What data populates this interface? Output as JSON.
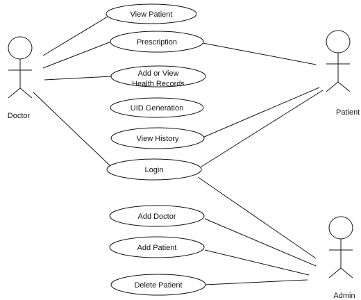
{
  "actors": {
    "doctor": {
      "label": "Doctor"
    },
    "patient": {
      "label": "Patient"
    },
    "admin": {
      "label": "Admin"
    }
  },
  "use_cases": {
    "view_patient": "View Patient",
    "prescription": "Prescription",
    "health_records_line1": "Add or View",
    "health_records_line2": "Health Records",
    "uid_generation": "UID Generation",
    "view_history": "View History",
    "login": "Login",
    "add_doctor": "Add Doctor",
    "add_patient": "Add Patient",
    "delete_patient": "Delete Patient"
  },
  "colors": {
    "stroke": "#111111",
    "background": "#ffffff"
  }
}
